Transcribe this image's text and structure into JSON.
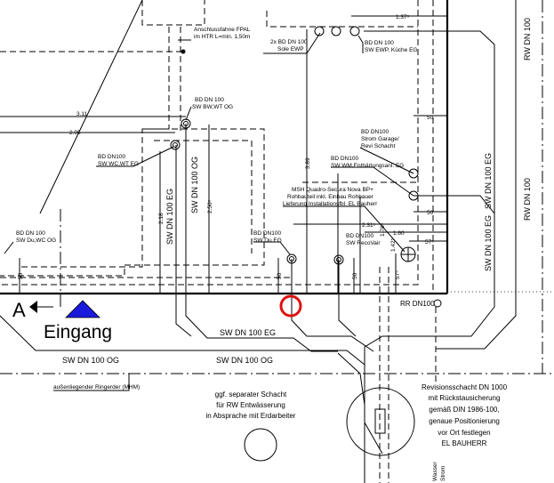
{
  "labels": {
    "fpal_1": "Anschlussfahne FPAL",
    "fpal_2": "im HTR L=min. 1,50m",
    "sole_1": "2x BD DN 100",
    "sole_2": "Sole EWP",
    "kueche_1": "BD DN 100",
    "kueche_2": "SW EWP, Küche EG",
    "bw_1": "BD DN 100",
    "bw_2": "SW BW,WT OG",
    "wc_1": "BD DN100",
    "wc_2": "SW WC,WT EG",
    "strom_1": "BD DN100",
    "strom_2": "Strom Garage/",
    "strom_3": "Revi Schacht",
    "wm_1": "BD DN100",
    "wm_2": "SW WM,Enthärtungsanl. EG",
    "msh_1": "MSH Quadro-Secura Nova BP+",
    "msh_2": "Rohbauteil inkl. Einbau Rohbauer",
    "msh_3": "Lieferung Installationsfbl. EL Bauherr",
    "duwc_1": "BD DN 100",
    "duwc_2": "SW Du,WC OG",
    "du_1": "BD DN100",
    "du_2": "SW Du EG",
    "reco_1": "BD DN100",
    "reco_2": "SW RecoVair",
    "rr": "RR DN100",
    "entrance_marker": "A",
    "entrance": "Eingang",
    "ringerder": "außenliegender Ringerder (MHM)",
    "schacht_1": "ggf. separater Schacht",
    "schacht_2": "für RW Entwässerung",
    "schacht_3": "in Absprache mit Erdarbeiter",
    "revi_1": "Revisionsschacht DN 1000",
    "revi_2": "mit Rückstausicherung",
    "revi_3": "gemäß DIN 1986-100,",
    "revi_4": "genaue Positionierung",
    "revi_5": "vor Ort festlegen",
    "revi_6": "EL BAUHERR",
    "wasser": "Wasser",
    "strom": "Strom"
  },
  "pipes": {
    "rw_top": "RW DN 100",
    "rw_right": "RW DN 100",
    "sw_og_vert": "SW DN 100 OG",
    "sw_eg_vert": "SW DN 100 EG",
    "sw_eg_right": "SW DN 100 EG",
    "sw_right2": "SW DN 100 EG",
    "sw_eg_horiz": "SW DN 100 EG",
    "sw_og_horiz_1": "SW DN 100 OG",
    "sw_og_horiz_2": "SW DN 100 OG"
  },
  "dims": {
    "d311": "3.11",
    "d295": "2.95",
    "d1375": "1.37⁵",
    "d389": "3.89",
    "d218": "2.18",
    "d2505": "2.50⁵",
    "d2315": "2.31⁵",
    "d1765": "1.76⁵",
    "d160": "1.60",
    "d1425": "1.42⁵",
    "d575a": "57⁵",
    "d575b": "57⁵",
    "d50a": "50",
    "d50b": "50",
    "d50c": "50",
    "d50d": "50",
    "d50e": "50"
  },
  "colors": {
    "entrance_triangle": "#1a1adc",
    "markup_circle": "#e01010"
  }
}
